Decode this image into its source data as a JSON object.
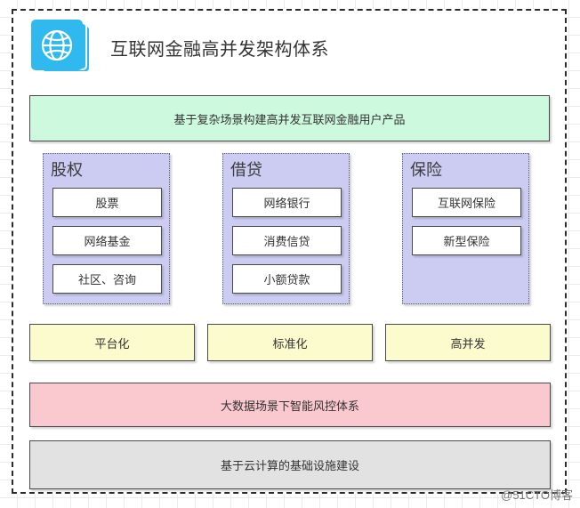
{
  "header": {
    "title": "互联网金融高并发架构体系",
    "icon": "globe-cards-icon",
    "icon_color": "#2fb9ee"
  },
  "banner": {
    "text": "基于复杂场景构建高并发互联网金融用户产品",
    "color": "#cdfade"
  },
  "columns": [
    {
      "title": "股权",
      "items": [
        "股票",
        "网络基金",
        "社区、咨询"
      ]
    },
    {
      "title": "借贷",
      "items": [
        "网络银行",
        "消费信贷",
        "小额贷款"
      ]
    },
    {
      "title": "保险",
      "items": [
        "互联网保险",
        "新型保险"
      ]
    }
  ],
  "column_color": "#ccccf2",
  "capabilities": {
    "color": "#fcfbcd",
    "items": [
      "平台化",
      "标准化",
      "高并发"
    ]
  },
  "risk_layer": {
    "text": "大数据场景下智能风控体系",
    "color": "#fac9cf"
  },
  "infra_layer": {
    "text": "基于云计算的基础设施建设",
    "color": "#e2e2e2"
  },
  "watermark": "@51CTO博客"
}
